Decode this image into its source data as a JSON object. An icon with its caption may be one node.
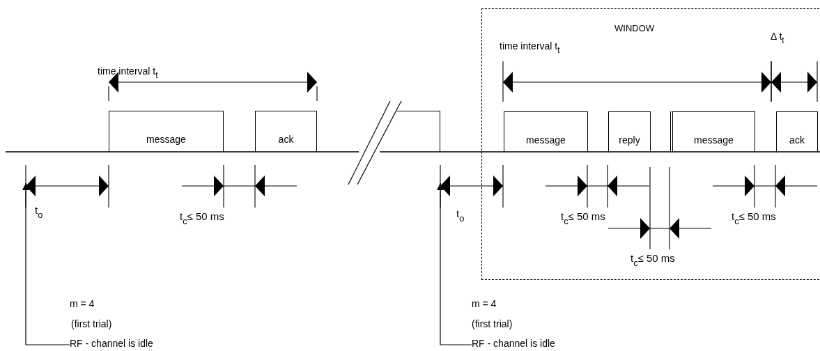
{
  "diagram": {
    "nodes": [
      {
        "text": [
          "message"
        ]
      },
      {
        "text": [
          "ack"
        ]
      },
      {
        "text": [],
        "shape": "box"
      },
      {
        "text": [
          "WINDOW"
        ]
      },
      {
        "text": [
          "message"
        ],
        "in": 3
      },
      {
        "text": [
          "reply"
        ],
        "in": 3
      },
      {
        "text": [
          "message"
        ],
        "in": 3
      },
      {
        "text": [
          "ack"
        ],
        "in": 3
      },
      {
        "text": [
          "RF - channel is idle"
        ]
      },
      {
        "text": [
          "RF - channel is idle"
        ]
      }
    ],
    "edges": [
      {
        "from": 8,
        "to": null,
        "arrow": "to"
      },
      {
        "from": 9,
        "to": null,
        "arrow": "to"
      }
    ],
    "labels": [
      "time interval t$_{t}$",
      "time interval t$_{t}$",
      "Δ t$_{t}$",
      "t$_{o}$",
      "t$_{c}$≤ 50 ms",
      "t$_{o}$",
      "t$_{c}$≤ 50 ms",
      "t$_{c}$≤ 50 ms",
      "t$_{c}$≤ 50 ms",
      "m = 4",
      "(first trial)",
      "m = 4",
      "(first trial)"
    ]
  }
}
